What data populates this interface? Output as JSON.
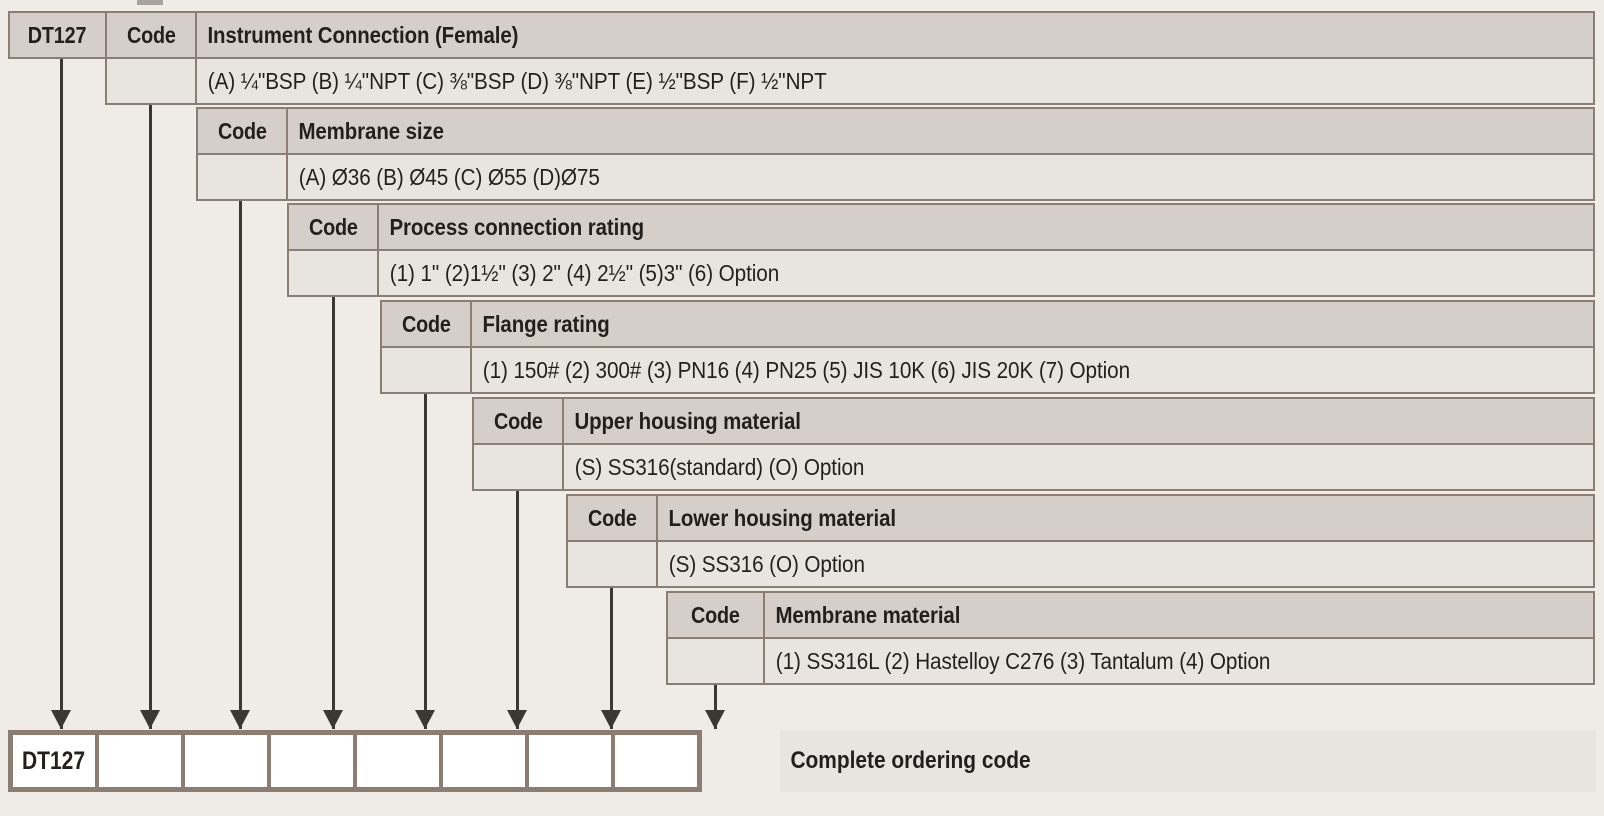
{
  "model": "DT127",
  "code_label": "Code",
  "levels": [
    {
      "title": "Instrument Connection (Female)",
      "options": "(A) ¼\"BSP  (B) ¼\"NPT  (C) ⅜\"BSP  (D) ⅜\"NPT  (E) ½\"BSP  (F) ½\"NPT"
    },
    {
      "title": "Membrane size",
      "options": "(A) Ø36   (B) Ø45   (C) Ø55   (D)Ø75"
    },
    {
      "title": "Process connection rating",
      "options": "(1) 1\"    (2)1½\"   (3) 2\"   (4) 2½\"   (5)3\"   (6) Option"
    },
    {
      "title": "Flange rating",
      "options": "(1) 150#  (2) 300#  (3) PN16  (4) PN25  (5) JIS 10K  (6) JIS 20K  (7) Option"
    },
    {
      "title": "Upper housing material",
      "options": "(S) SS316(standard)   (O) Option"
    },
    {
      "title": "Lower housing material",
      "options": "(S) SS316  (O) Option"
    },
    {
      "title": "Membrane material",
      "options": "(1) SS316L  (2) Hastelloy C276  (3) Tantalum (4) Option"
    }
  ],
  "ordering_bar": {
    "boxes": [
      "DT127",
      "",
      "",
      "",
      "",
      "",
      "",
      ""
    ],
    "caption": "Complete ordering code"
  },
  "colors": {
    "header_fill": "#d6cec8",
    "value_fill": "#e8e5e0",
    "border": "#8b7d72",
    "page_bg": "#efece8",
    "text": "#231f1d",
    "arrow": "#3b3733"
  }
}
